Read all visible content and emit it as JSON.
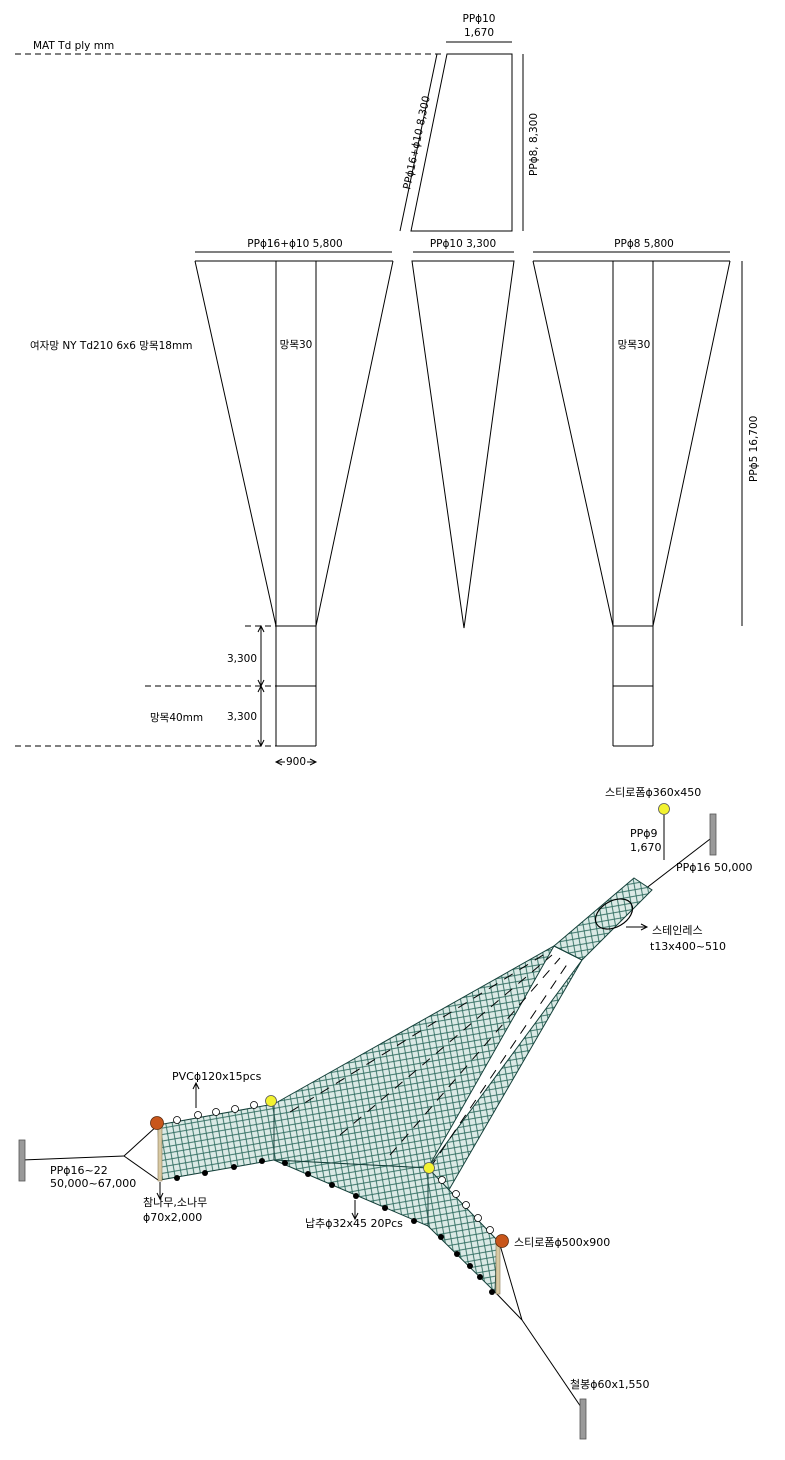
{
  "plan": {
    "header_note": "MAT Td    ply   mm",
    "top_panel": {
      "top_label_1": "PPϕ10",
      "top_label_2": "1,670",
      "left_side_label": "PPϕ16+ϕ10  8,300",
      "right_side_label": "PPϕ8,  8,300"
    },
    "panels": [
      {
        "top_label": "PPϕ16+ϕ10  5,800",
        "mesh_label": "망목30"
      },
      {
        "top_label": "PPϕ10  3,300"
      },
      {
        "top_label": "PPϕ8  5,800",
        "mesh_label": "망목30"
      }
    ],
    "left_note": "여자망 NY Td210 6x6 망목18mm",
    "right_dim": "PPϕ5  16,700",
    "dim_a": "3,300",
    "dim_b": "3,300",
    "mesh_40": "망목40mm",
    "width_dim": "900"
  },
  "perspective": {
    "buoy_top": "스티로폼ϕ360x450",
    "pp9_a": "PPϕ9",
    "pp9_b": "1,670",
    "pp16": "PPϕ16  50,000",
    "stainless_a": "스테인레스",
    "stainless_b": "t13x400~510",
    "pvc": "PVCϕ120x15pcs",
    "rope_left_a": "PPϕ16~22",
    "rope_left_b": "50,000~67,000",
    "wood_a": "참나무,소나무",
    "wood_b": "ϕ70x2,000",
    "sinker": "납추ϕ32x45  20Pcs",
    "buoy_big": "스티로폼ϕ500x900",
    "steel_bar": "철봉ϕ60x1,550"
  },
  "colors": {
    "mesh_fill": "#dbeae6",
    "mesh_line": "#2d6a5e",
    "float_yellow": "#f2f230",
    "float_orange": "#c8561b",
    "pole": "#d8c9a3",
    "stake": "#9a9a9a"
  }
}
